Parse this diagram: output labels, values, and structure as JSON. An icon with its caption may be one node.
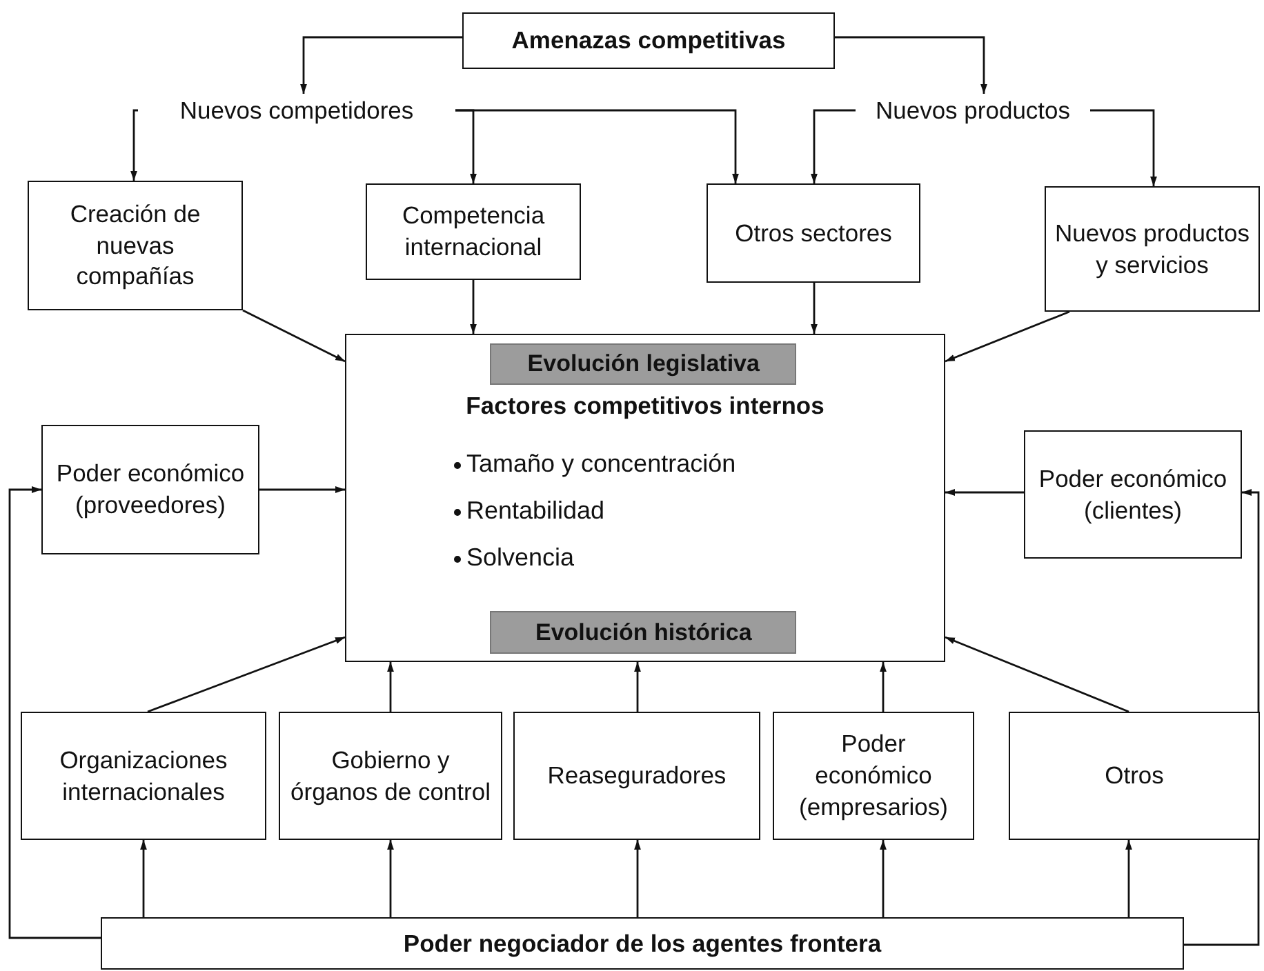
{
  "diagram": {
    "nodes": [
      {
        "text": [
          "Amenazas competitivas"
        ]
      },
      {
        "text": [
          "Nuevos competidores"
        ]
      },
      {
        "text": [
          "Nuevos productos"
        ]
      },
      {
        "text": [
          "Creación de nuevas compañías"
        ]
      },
      {
        "text": [
          "Competencia internacional"
        ]
      },
      {
        "text": [
          "Otros sectores"
        ]
      },
      {
        "text": [
          "Nuevos productos y servicios"
        ]
      },
      {
        "text": [
          "Factores competitivos internos",
          "Tamaño y concentración",
          "Rentabilidad",
          "Solvencia"
        ]
      },
      {
        "text": [
          "Evolución legislativa"
        ],
        "in": 7
      },
      {
        "text": [
          "Evolución histórica"
        ],
        "in": 7
      },
      {
        "text": [
          "Poder económico (proveedores)"
        ]
      },
      {
        "text": [
          "Poder económico (clientes)"
        ]
      },
      {
        "text": [
          "Organizaciones internacionales"
        ]
      },
      {
        "text": [
          "Gobierno y órganos de control"
        ]
      },
      {
        "text": [
          "Reaseguradores"
        ]
      },
      {
        "text": [
          "Poder económico (empresarios)"
        ]
      },
      {
        "text": [
          "Otros"
        ]
      },
      {
        "text": [
          "Poder negociador de los agentes frontera"
        ]
      }
    ],
    "edges": [
      {
        "from": 0,
        "to": 1,
        "arrow": "to"
      },
      {
        "from": 0,
        "to": 2,
        "arrow": "to"
      },
      {
        "from": 1,
        "to": 3,
        "arrow": "to"
      },
      {
        "from": 1,
        "to": 4,
        "arrow": "to"
      },
      {
        "from": 1,
        "to": 5,
        "arrow": "to"
      },
      {
        "from": 2,
        "to": 5,
        "arrow": "to"
      },
      {
        "from": 2,
        "to": 6,
        "arrow": "to"
      },
      {
        "from": 3,
        "to": 7,
        "arrow": "to"
      },
      {
        "from": 4,
        "to": 7,
        "arrow": "to"
      },
      {
        "from": 5,
        "to": 7,
        "arrow": "to"
      },
      {
        "from": 6,
        "to": 7,
        "arrow": "to"
      },
      {
        "from": 10,
        "to": 7,
        "arrow": "to"
      },
      {
        "from": 11,
        "to": 7,
        "arrow": "to"
      },
      {
        "from": 12,
        "to": 7,
        "arrow": "to"
      },
      {
        "from": 13,
        "to": 7,
        "arrow": "to"
      },
      {
        "from": 14,
        "to": 7,
        "arrow": "to"
      },
      {
        "from": 15,
        "to": 7,
        "arrow": "to"
      },
      {
        "from": 16,
        "to": 7,
        "arrow": "to"
      },
      {
        "from": 17,
        "to": 12,
        "arrow": "to"
      },
      {
        "from": 17,
        "to": 13,
        "arrow": "to"
      },
      {
        "from": 17,
        "to": 14,
        "arrow": "to"
      },
      {
        "from": 17,
        "to": 15,
        "arrow": "to"
      },
      {
        "from": 17,
        "to": 16,
        "arrow": "to"
      },
      {
        "from": 17,
        "to": 10,
        "arrow": "to"
      },
      {
        "from": 17,
        "to": 11,
        "arrow": "to"
      }
    ]
  }
}
